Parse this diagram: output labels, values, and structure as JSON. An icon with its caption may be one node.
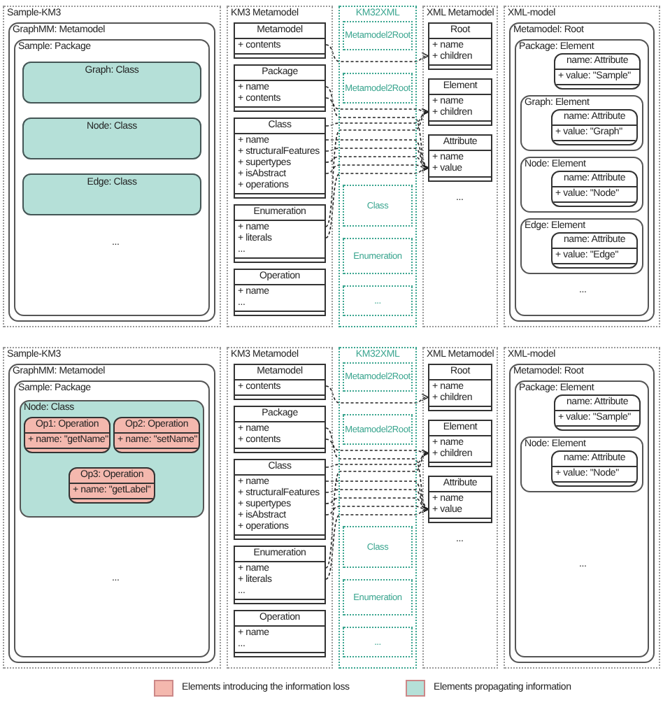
{
  "diagram": {
    "nodes": [
      {
        "text": [
          "Sample-KM3"
        ]
      },
      {
        "text": [
          "GraphMM: Metamodel"
        ],
        "in": 0
      },
      {
        "text": [
          "Sample: Package"
        ],
        "in": 1
      },
      {
        "text": [
          "Graph: Class"
        ],
        "in": 2
      },
      {
        "text": [
          "Node: Class"
        ],
        "in": 2
      },
      {
        "text": [
          "Edge: Class"
        ],
        "in": 2
      },
      {
        "text": [
          "KM3 Metamodel"
        ]
      },
      {
        "text": [
          "Metamodel",
          "+ contents"
        ],
        "in": 6
      },
      {
        "text": [
          "Package",
          "+ name",
          "+ contents"
        ],
        "in": 6
      },
      {
        "text": [
          "Class",
          "+ name",
          "+ structuralFeatures",
          "+ supertypes",
          "+ isAbstract",
          "+ operations"
        ],
        "in": 6
      },
      {
        "text": [
          "Enumeration",
          "+ name",
          "+ literals",
          "..."
        ],
        "in": 6
      },
      {
        "text": [
          "Operation",
          "+ name",
          "..."
        ],
        "in": 6
      },
      {
        "text": [
          "KM32XML"
        ]
      },
      {
        "text": [
          "Metamodel2Root"
        ],
        "in": 12
      },
      {
        "text": [
          "Metamodel2Root"
        ],
        "in": 12
      },
      {
        "text": [
          "Class"
        ],
        "in": 12
      },
      {
        "text": [
          "Enumeration"
        ],
        "in": 12
      },
      {
        "text": [
          "..."
        ],
        "in": 12
      },
      {
        "text": [
          "XML Metamodel"
        ]
      },
      {
        "text": [
          "Root",
          "+ name",
          "+ children"
        ],
        "in": 18
      },
      {
        "text": [
          "Element",
          "+ name",
          "+ children"
        ],
        "in": 18
      },
      {
        "text": [
          "Attribute",
          "+ name",
          "+ value"
        ],
        "in": 18
      },
      {
        "text": [
          "XML-model"
        ]
      },
      {
        "text": [
          "Metamodel: Root"
        ],
        "in": 22
      },
      {
        "text": [
          "Package: Element"
        ],
        "in": 23
      },
      {
        "text": [
          "name: Attribute",
          "+ value: \"Sample\""
        ],
        "in": 24
      },
      {
        "text": [
          "Graph: Element"
        ],
        "in": 24
      },
      {
        "text": [
          "name: Attribute",
          "+ value: \"Graph\""
        ],
        "in": 26
      },
      {
        "text": [
          "Node: Element"
        ],
        "in": 24
      },
      {
        "text": [
          "name: Attribute",
          "+ value: \"Node\""
        ],
        "in": 28
      },
      {
        "text": [
          "Edge: Element"
        ],
        "in": 24
      },
      {
        "text": [
          "name: Attribute",
          "+ value: \"Edge\""
        ],
        "in": 30
      },
      {
        "text": [
          "Sample-KM3"
        ]
      },
      {
        "text": [
          "GraphMM: Metamodel"
        ],
        "in": 32
      },
      {
        "text": [
          "Sample: Package"
        ],
        "in": 33
      },
      {
        "text": [
          "Node: Class"
        ],
        "in": 34
      },
      {
        "text": [
          "Op1: Operation",
          "+ name: \"getName\""
        ],
        "in": 35
      },
      {
        "text": [
          "Op2: Operation",
          "+ name: \"setName\""
        ],
        "in": 35
      },
      {
        "text": [
          "Op3: Operation",
          "+ name: \"getLabel\""
        ],
        "in": 35
      },
      {
        "text": [
          "KM3 Metamodel"
        ]
      },
      {
        "text": [
          "Metamodel",
          "+ contents"
        ],
        "in": 39
      },
      {
        "text": [
          "Package",
          "+ name",
          "+ contents"
        ],
        "in": 39
      },
      {
        "text": [
          "Class",
          "+ name",
          "+ structuralFeatures",
          "+ supertypes",
          "+ isAbstract",
          "+ operations"
        ],
        "in": 39
      },
      {
        "text": [
          "Enumeration",
          "+ name",
          "+ literals",
          "..."
        ],
        "in": 39
      },
      {
        "text": [
          "Operation",
          "+ name",
          "..."
        ],
        "in": 39
      },
      {
        "text": [
          "KM32XML"
        ]
      },
      {
        "text": [
          "Metamodel2Root"
        ],
        "in": 45
      },
      {
        "text": [
          "Metamodel2Root"
        ],
        "in": 45
      },
      {
        "text": [
          "Class"
        ],
        "in": 45
      },
      {
        "text": [
          "Enumeration"
        ],
        "in": 45
      },
      {
        "text": [
          "..."
        ],
        "in": 45
      },
      {
        "text": [
          "XML Metamodel"
        ]
      },
      {
        "text": [
          "Root",
          "+ name",
          "+ children"
        ],
        "in": 51
      },
      {
        "text": [
          "Element",
          "+ name",
          "+ children"
        ],
        "in": 51
      },
      {
        "text": [
          "Attribute",
          "+ name",
          "+ value"
        ],
        "in": 51
      },
      {
        "text": [
          "XML-model"
        ]
      },
      {
        "text": [
          "Metamodel: Root"
        ],
        "in": 55
      },
      {
        "text": [
          "Package: Element"
        ],
        "in": 56
      },
      {
        "text": [
          "name: Attribute",
          "+ value: \"Sample\""
        ],
        "in": 57
      },
      {
        "text": [
          "Node: Element"
        ],
        "in": 57
      },
      {
        "text": [
          "name: Attribute",
          "+ value: \"Node\""
        ],
        "in": 59
      }
    ],
    "edges": [
      {
        "from": 7,
        "to": 19,
        "arrow": "to",
        "style": "dashed"
      },
      {
        "from": 8,
        "to": 21,
        "arrow": "to",
        "style": "dashed"
      },
      {
        "from": 8,
        "to": 20,
        "arrow": "to",
        "style": "dashed"
      },
      {
        "from": 9,
        "to": 20,
        "arrow": "to",
        "style": "dashed"
      },
      {
        "from": 9,
        "to": 21,
        "arrow": "to",
        "style": "dashed"
      },
      {
        "from": 9,
        "to": 21,
        "arrow": "to",
        "style": "dashed"
      },
      {
        "from": 9,
        "to": 21,
        "arrow": "to",
        "style": "dashed"
      },
      {
        "from": 9,
        "to": 21,
        "arrow": "to",
        "style": "dashed"
      },
      {
        "from": 10,
        "to": 20,
        "arrow": "to",
        "style": "dashed"
      },
      {
        "from": 10,
        "to": 21,
        "arrow": "to",
        "style": "dashed"
      },
      {
        "from": 40,
        "to": 52,
        "arrow": "to",
        "style": "dashed"
      },
      {
        "from": 41,
        "to": 54,
        "arrow": "to",
        "style": "dashed"
      },
      {
        "from": 41,
        "to": 53,
        "arrow": "to",
        "style": "dashed"
      },
      {
        "from": 42,
        "to": 53,
        "arrow": "to",
        "style": "dashed"
      },
      {
        "from": 42,
        "to": 54,
        "arrow": "to",
        "style": "dashed"
      },
      {
        "from": 42,
        "to": 54,
        "arrow": "to",
        "style": "dashed"
      },
      {
        "from": 42,
        "to": 54,
        "arrow": "to",
        "style": "dashed"
      },
      {
        "from": 42,
        "to": 54,
        "arrow": "to",
        "style": "dashed"
      },
      {
        "from": 43,
        "to": 53,
        "arrow": "to",
        "style": "dashed"
      },
      {
        "from": 43,
        "to": 54,
        "arrow": "to",
        "style": "dashed"
      }
    ],
    "labels": [
      "...",
      "...",
      "...",
      "...",
      "...",
      "..."
    ],
    "legend": [
      {
        "text": "Elements introducing the information loss",
        "color": "#f4b8ae"
      },
      {
        "text": "Elements propagating information",
        "color": "#b5e0d8"
      }
    ]
  }
}
